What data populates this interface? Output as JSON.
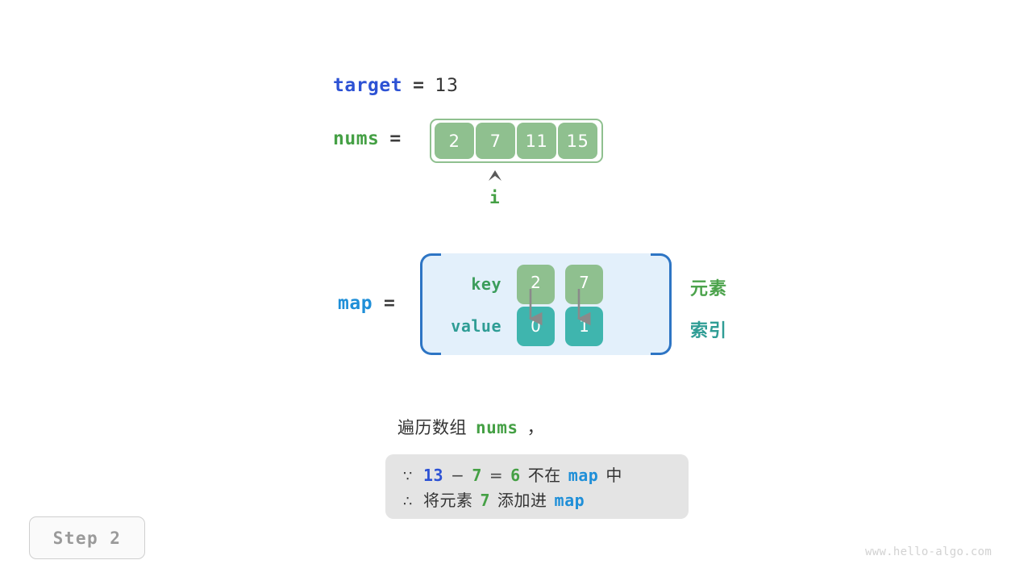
{
  "target": {
    "name": "target",
    "operator": "=",
    "value": "13"
  },
  "nums": {
    "name": "nums",
    "operator": "=",
    "cells": [
      "2",
      "7",
      "11",
      "15"
    ]
  },
  "pointer": {
    "caret_icon": "caret-up-icon",
    "label": "i",
    "points_to_index": 1
  },
  "map": {
    "name": "map",
    "operator": "=",
    "key_row_label": "key",
    "value_row_label": "value",
    "keys": [
      "2",
      "7"
    ],
    "values": [
      "0",
      "1"
    ],
    "side_labels": {
      "element": "元素",
      "index": "索引"
    },
    "arrow_icon": "down-arrow-icon"
  },
  "explanation": {
    "traverse_text": "遍历数组",
    "traverse_code": "nums",
    "traverse_comma": "，",
    "line1": {
      "symbol": "∵",
      "a": "13",
      "minus": "−",
      "b": "7",
      "equals": "=",
      "c": "6",
      "text_not_in": "不在",
      "map_name": "map",
      "text_in": "中"
    },
    "line2": {
      "symbol": "∴",
      "text_add": "将元素",
      "element": "7",
      "text_into": "添加进",
      "map_name": "map"
    }
  },
  "step_badge": {
    "label": "Step 2"
  },
  "watermark": {
    "text": "www.hello-algo.com"
  },
  "colors": {
    "green_cell": "#8FC08F",
    "teal_cell": "#3FB5AE",
    "map_bg": "#E3F0FB",
    "map_border": "#2E75C4",
    "blue_strong": "#2D52D4",
    "blue_light": "#1F8FD8",
    "green_text": "#45A045",
    "teal_text": "#2F9D95",
    "explain_bg": "#E4E4E4",
    "badge_text": "#9A9A9A",
    "watermark": "#D2D2D2"
  }
}
